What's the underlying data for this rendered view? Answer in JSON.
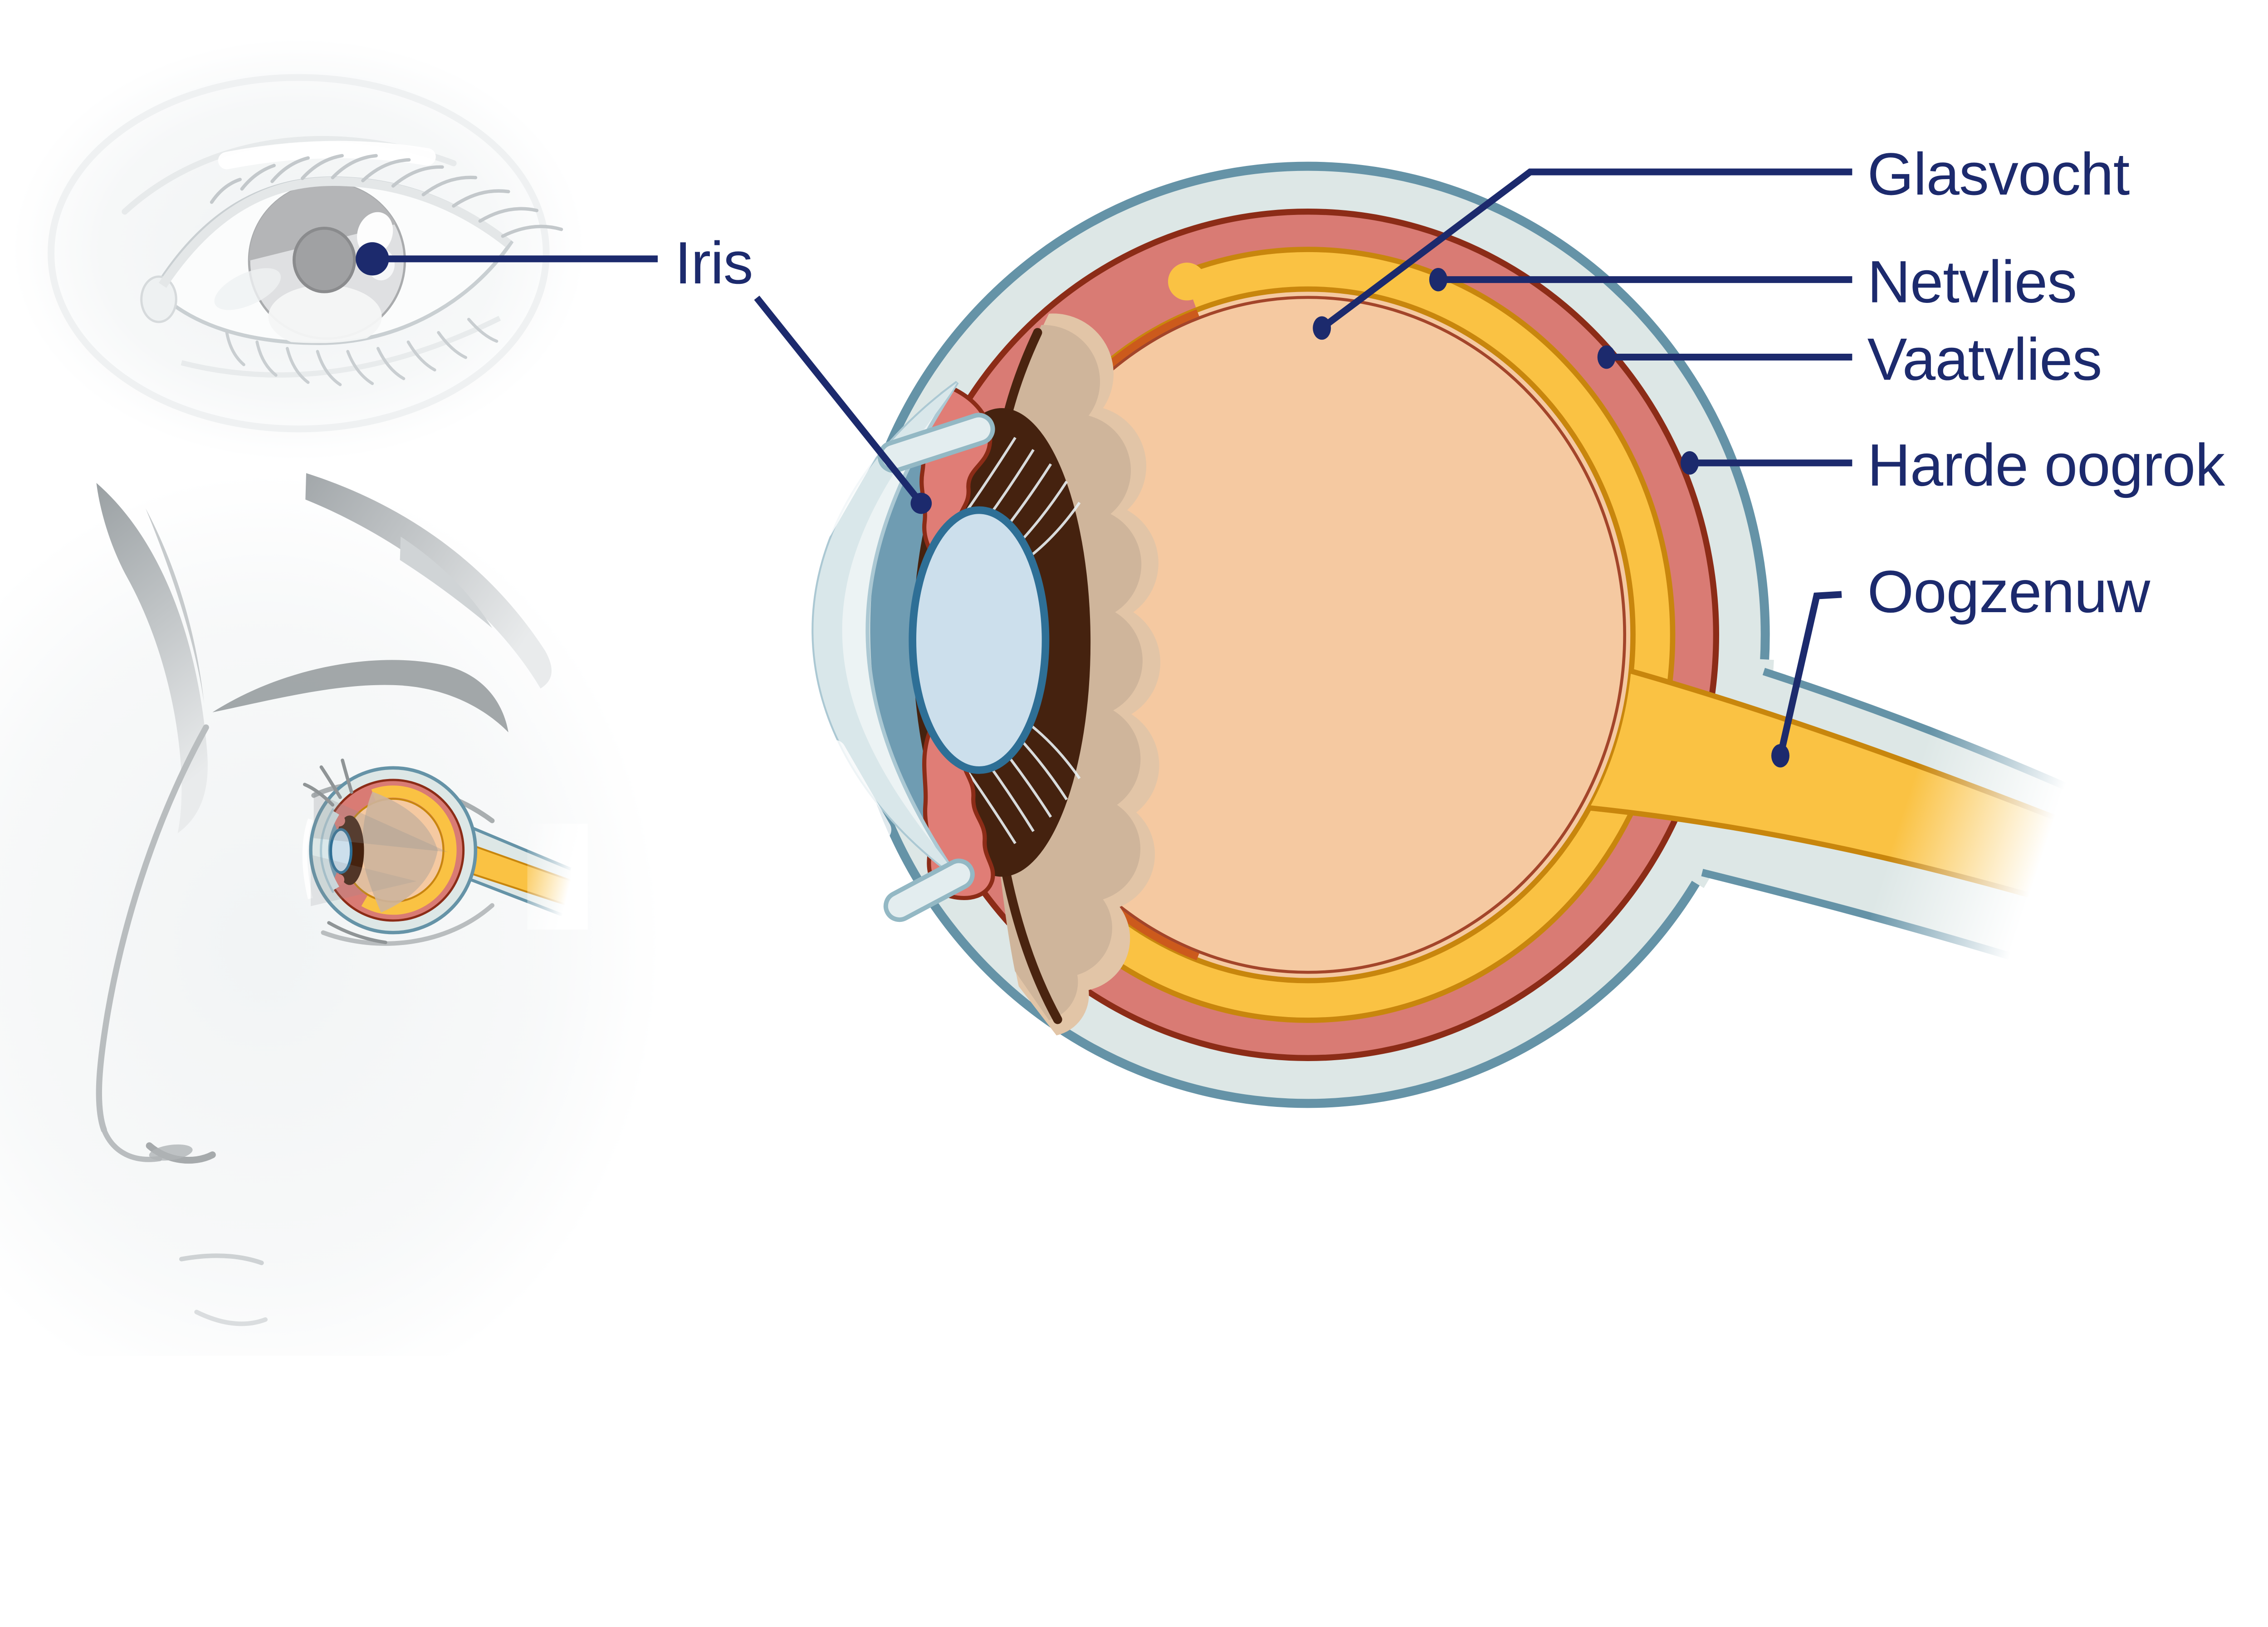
{
  "diagram": {
    "type": "eye-anatomy-cross-section",
    "language": "Dutch",
    "description": "Anatomy of the human eye with labelled cross-section"
  },
  "labels": {
    "iris": "Iris",
    "glasvocht": "Glasvocht",
    "netvlies": "Netvlies",
    "vaatvlies": "Vaatvlies",
    "harde_oogrok": "Harde oogrok",
    "oogzenuw": "Oogzenuw"
  },
  "colors": {
    "label_text": "#1c2a6d",
    "leader_line": "#1c2a6d",
    "sclera_fill": "#dde7e6",
    "sclera_stroke": "#6593a7",
    "choroid_fill": "#d97b74",
    "choroid_stroke": "#8c2c17",
    "retina_fill": "#fac243",
    "retina_stroke": "#c8860d",
    "vitreous_fill": "#f5c9a1",
    "vitreous_stroke": "#a3452a",
    "ora_serrata_orange": "#cc5a1c",
    "lens_fill": "#ccdfec",
    "lens_stroke": "#2e6f96",
    "anterior_chamber": "#6f9cb2",
    "ciliary_body": "#45220f",
    "iris_fold": "#e07d76",
    "shadow_tan": "#cfb59b",
    "shadow_tan_light": "#e2c5a7",
    "cornea_outer": "#d9e7ea",
    "cornea_inner": "#ecf3f4",
    "cornea_edge": "#abc8d3",
    "face_gray": "#b9bdbf"
  }
}
